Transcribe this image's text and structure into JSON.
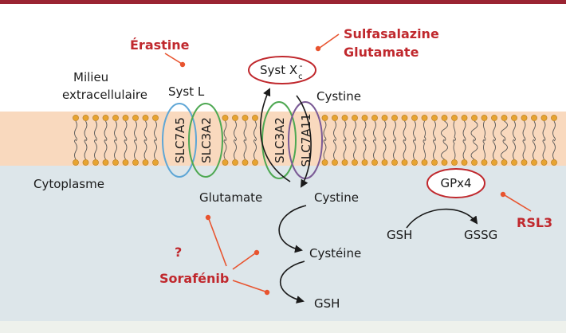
{
  "regions": {
    "extracellular": "Milieu\nextracellulaire",
    "cytoplasm": "Cytoplasme"
  },
  "transporters": {
    "syst_l": "Syst L",
    "slc7a5": "SLC7A5",
    "slc3a2_left": "SLC3A2",
    "slc3a2_right": "SLC3A2",
    "slc7a11": "SLC7A11",
    "syst_xc_main": "Syst X",
    "syst_xc_sub": "c",
    "syst_xc_sup": "-"
  },
  "metabolites": {
    "cystine_out": "Cystine",
    "glutamate_in": "Glutamate",
    "cystine_in": "Cystine",
    "cysteine": "Cystéine",
    "gsh_bottom": "GSH",
    "gsh_right": "GSH",
    "gssg": "GSSG",
    "gpx4": "GPx4"
  },
  "drugs": {
    "erastine": "Érastine",
    "sulfasalazine": "Sulfasalazine",
    "glutamate_drug": "Glutamate",
    "sorafenib": "Sorafénib",
    "question": "?",
    "rsl3": "RSL3"
  },
  "colors": {
    "top_rule": "#9a2432",
    "membrane_band": "#f9d9be",
    "cytoplasm_bg": "#dde6ea",
    "lipid_head": "#e7a331",
    "drug_red": "#c0282d",
    "inhibitor_line": "#e8542f",
    "slc7a5_ring": "#5ea6d6",
    "slc3a2_ring": "#4ea852",
    "slc7a11_ring": "#7b5b96"
  }
}
